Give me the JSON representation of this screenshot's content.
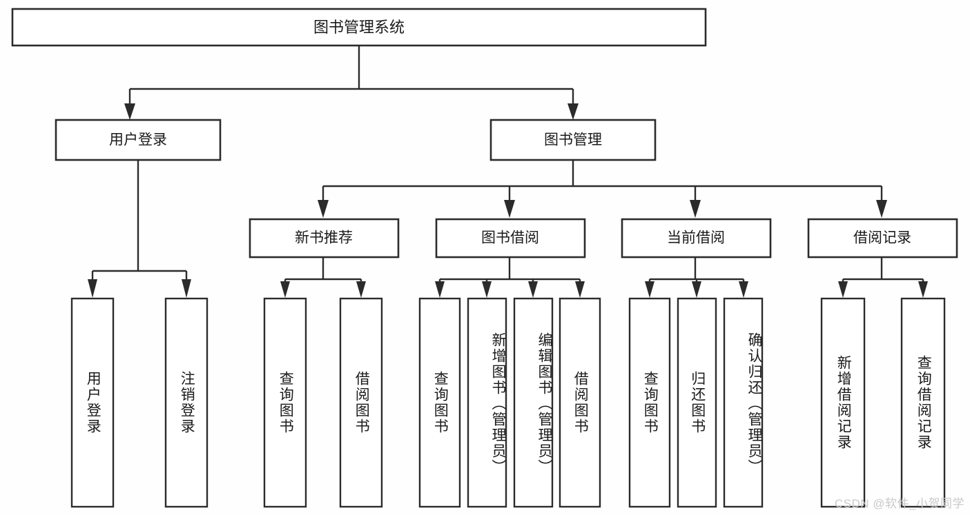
{
  "diagram": {
    "type": "hierarchy-tree",
    "title": "图书管理系统",
    "orientation": "top-down",
    "root": {
      "id": "root",
      "label": "图书管理系统",
      "level": 0
    },
    "level1": [
      {
        "id": "user-login",
        "label": "用户登录"
      },
      {
        "id": "book-manage",
        "label": "图书管理"
      }
    ],
    "level2": [
      {
        "id": "new-book-rec",
        "label": "新书推荐",
        "parent": "book-manage"
      },
      {
        "id": "book-borrow",
        "label": "图书借阅",
        "parent": "book-manage"
      },
      {
        "id": "current-borrow",
        "label": "当前借阅",
        "parent": "book-manage"
      },
      {
        "id": "borrow-record",
        "label": "借阅记录",
        "parent": "book-manage"
      }
    ],
    "leaves": [
      {
        "id": "leaf-user-login",
        "label": "用户登录",
        "parent": "user-login"
      },
      {
        "id": "leaf-logout-login",
        "label": "注销登录",
        "parent": "user-login"
      },
      {
        "id": "leaf-query-book-1",
        "label": "查询图书",
        "parent": "new-book-rec"
      },
      {
        "id": "leaf-borrow-book-1",
        "label": "借阅图书",
        "parent": "new-book-rec"
      },
      {
        "id": "leaf-query-book-2",
        "label": "查询图书",
        "parent": "book-borrow"
      },
      {
        "id": "leaf-add-book",
        "label": "新增图书（管理员）",
        "parent": "book-borrow"
      },
      {
        "id": "leaf-edit-book",
        "label": "编辑图书（管理员）",
        "parent": "book-borrow"
      },
      {
        "id": "leaf-borrow-book-2",
        "label": "借阅图书",
        "parent": "book-borrow"
      },
      {
        "id": "leaf-query-book-3",
        "label": "查询图书",
        "parent": "current-borrow"
      },
      {
        "id": "leaf-return-book",
        "label": "归还图书",
        "parent": "current-borrow"
      },
      {
        "id": "leaf-confirm-return",
        "label": "确认归还（管理员）",
        "parent": "current-borrow"
      },
      {
        "id": "leaf-add-record",
        "label": "新增借阅记录",
        "parent": "borrow-record"
      },
      {
        "id": "leaf-query-record",
        "label": "查询借阅记录",
        "parent": "borrow-record"
      }
    ],
    "colors": {
      "background": "#fefefe",
      "node_fill": "#ffffff",
      "stroke": "#2b2b2b",
      "text": "#1a1a1a",
      "watermark": "#c9c9c9"
    }
  },
  "watermark": {
    "text": "CSDN @软件_小贺同学"
  }
}
